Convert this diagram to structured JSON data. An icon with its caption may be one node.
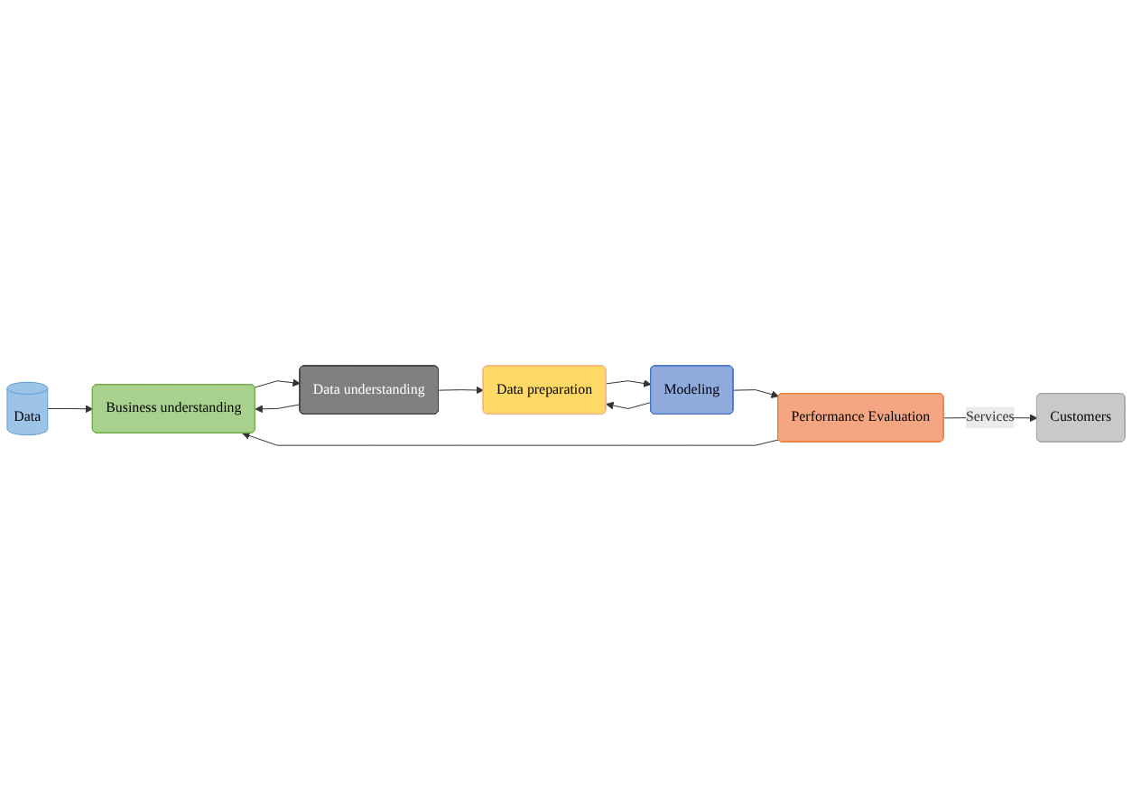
{
  "diagram": {
    "nodes": [
      {
        "text": [
          "Data"
        ]
      },
      {
        "text": [
          "Business understanding"
        ]
      },
      {
        "text": [
          "Data understanding"
        ]
      },
      {
        "text": [
          "Data preparation"
        ]
      },
      {
        "text": [
          "Modeling"
        ]
      },
      {
        "text": [
          "Performance Evaluation"
        ]
      },
      {
        "text": [
          "Customers"
        ]
      }
    ],
    "edges": [
      {
        "from": 0,
        "to": 1,
        "arrow": "to"
      },
      {
        "from": 1,
        "to": 2,
        "arrow": "to"
      },
      {
        "from": 2,
        "to": 1,
        "arrow": "to"
      },
      {
        "from": 2,
        "to": 3,
        "arrow": "to"
      },
      {
        "from": 3,
        "to": 4,
        "arrow": "to"
      },
      {
        "from": 4,
        "to": 3,
        "arrow": "to"
      },
      {
        "from": 4,
        "to": 5,
        "arrow": "to"
      },
      {
        "from": 5,
        "to": 1,
        "arrow": "to"
      },
      {
        "from": 5,
        "to": 6,
        "label": "Services",
        "arrow": "to"
      }
    ]
  }
}
